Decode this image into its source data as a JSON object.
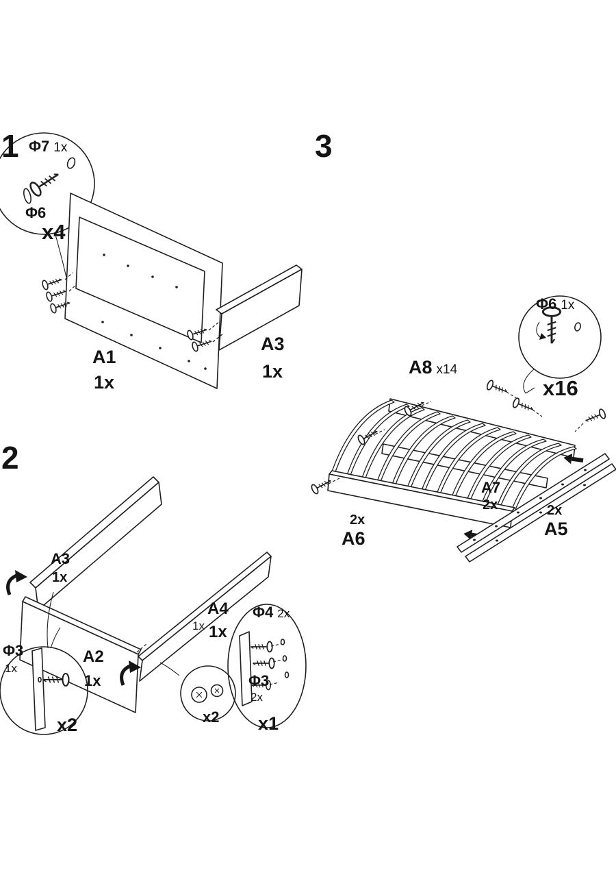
{
  "page": {
    "background": "#ffffff",
    "line_color": "#20201e"
  },
  "step1": {
    "number": "1",
    "detail": {
      "phi7": "Φ7",
      "phi7_qty": "1x",
      "phi6": "Φ6",
      "count": "x4"
    },
    "a1": {
      "label": "A1",
      "qty": "1x"
    },
    "a3": {
      "label": "A3",
      "qty": "1x"
    }
  },
  "step2": {
    "number": "2",
    "a3": {
      "label": "A3",
      "qty": "1x"
    },
    "a4": {
      "label": "A4",
      "qty": "1x",
      "qty_small": "1x"
    },
    "a2": {
      "label": "A2",
      "qty": "1x"
    },
    "detail_left": {
      "phi": "Φ3",
      "phi_qty": "1x",
      "count": "x2"
    },
    "detail_mid": {
      "count": "x2"
    },
    "detail_right": {
      "phi4": "Φ4",
      "phi4_qty": "2x",
      "phi3": "Φ3",
      "phi3_qty": "2x",
      "count": "x1"
    }
  },
  "step3": {
    "number": "3",
    "detail": {
      "phi": "Φ6",
      "phi_qty": "1x",
      "count": "x16"
    },
    "a8": {
      "label": "A8",
      "qty": "x14"
    },
    "a7": {
      "label": "A7",
      "qty": "2x"
    },
    "a6": {
      "label": "A6",
      "qty": "2x"
    },
    "a5": {
      "label": "A5",
      "qty": "2x"
    }
  }
}
